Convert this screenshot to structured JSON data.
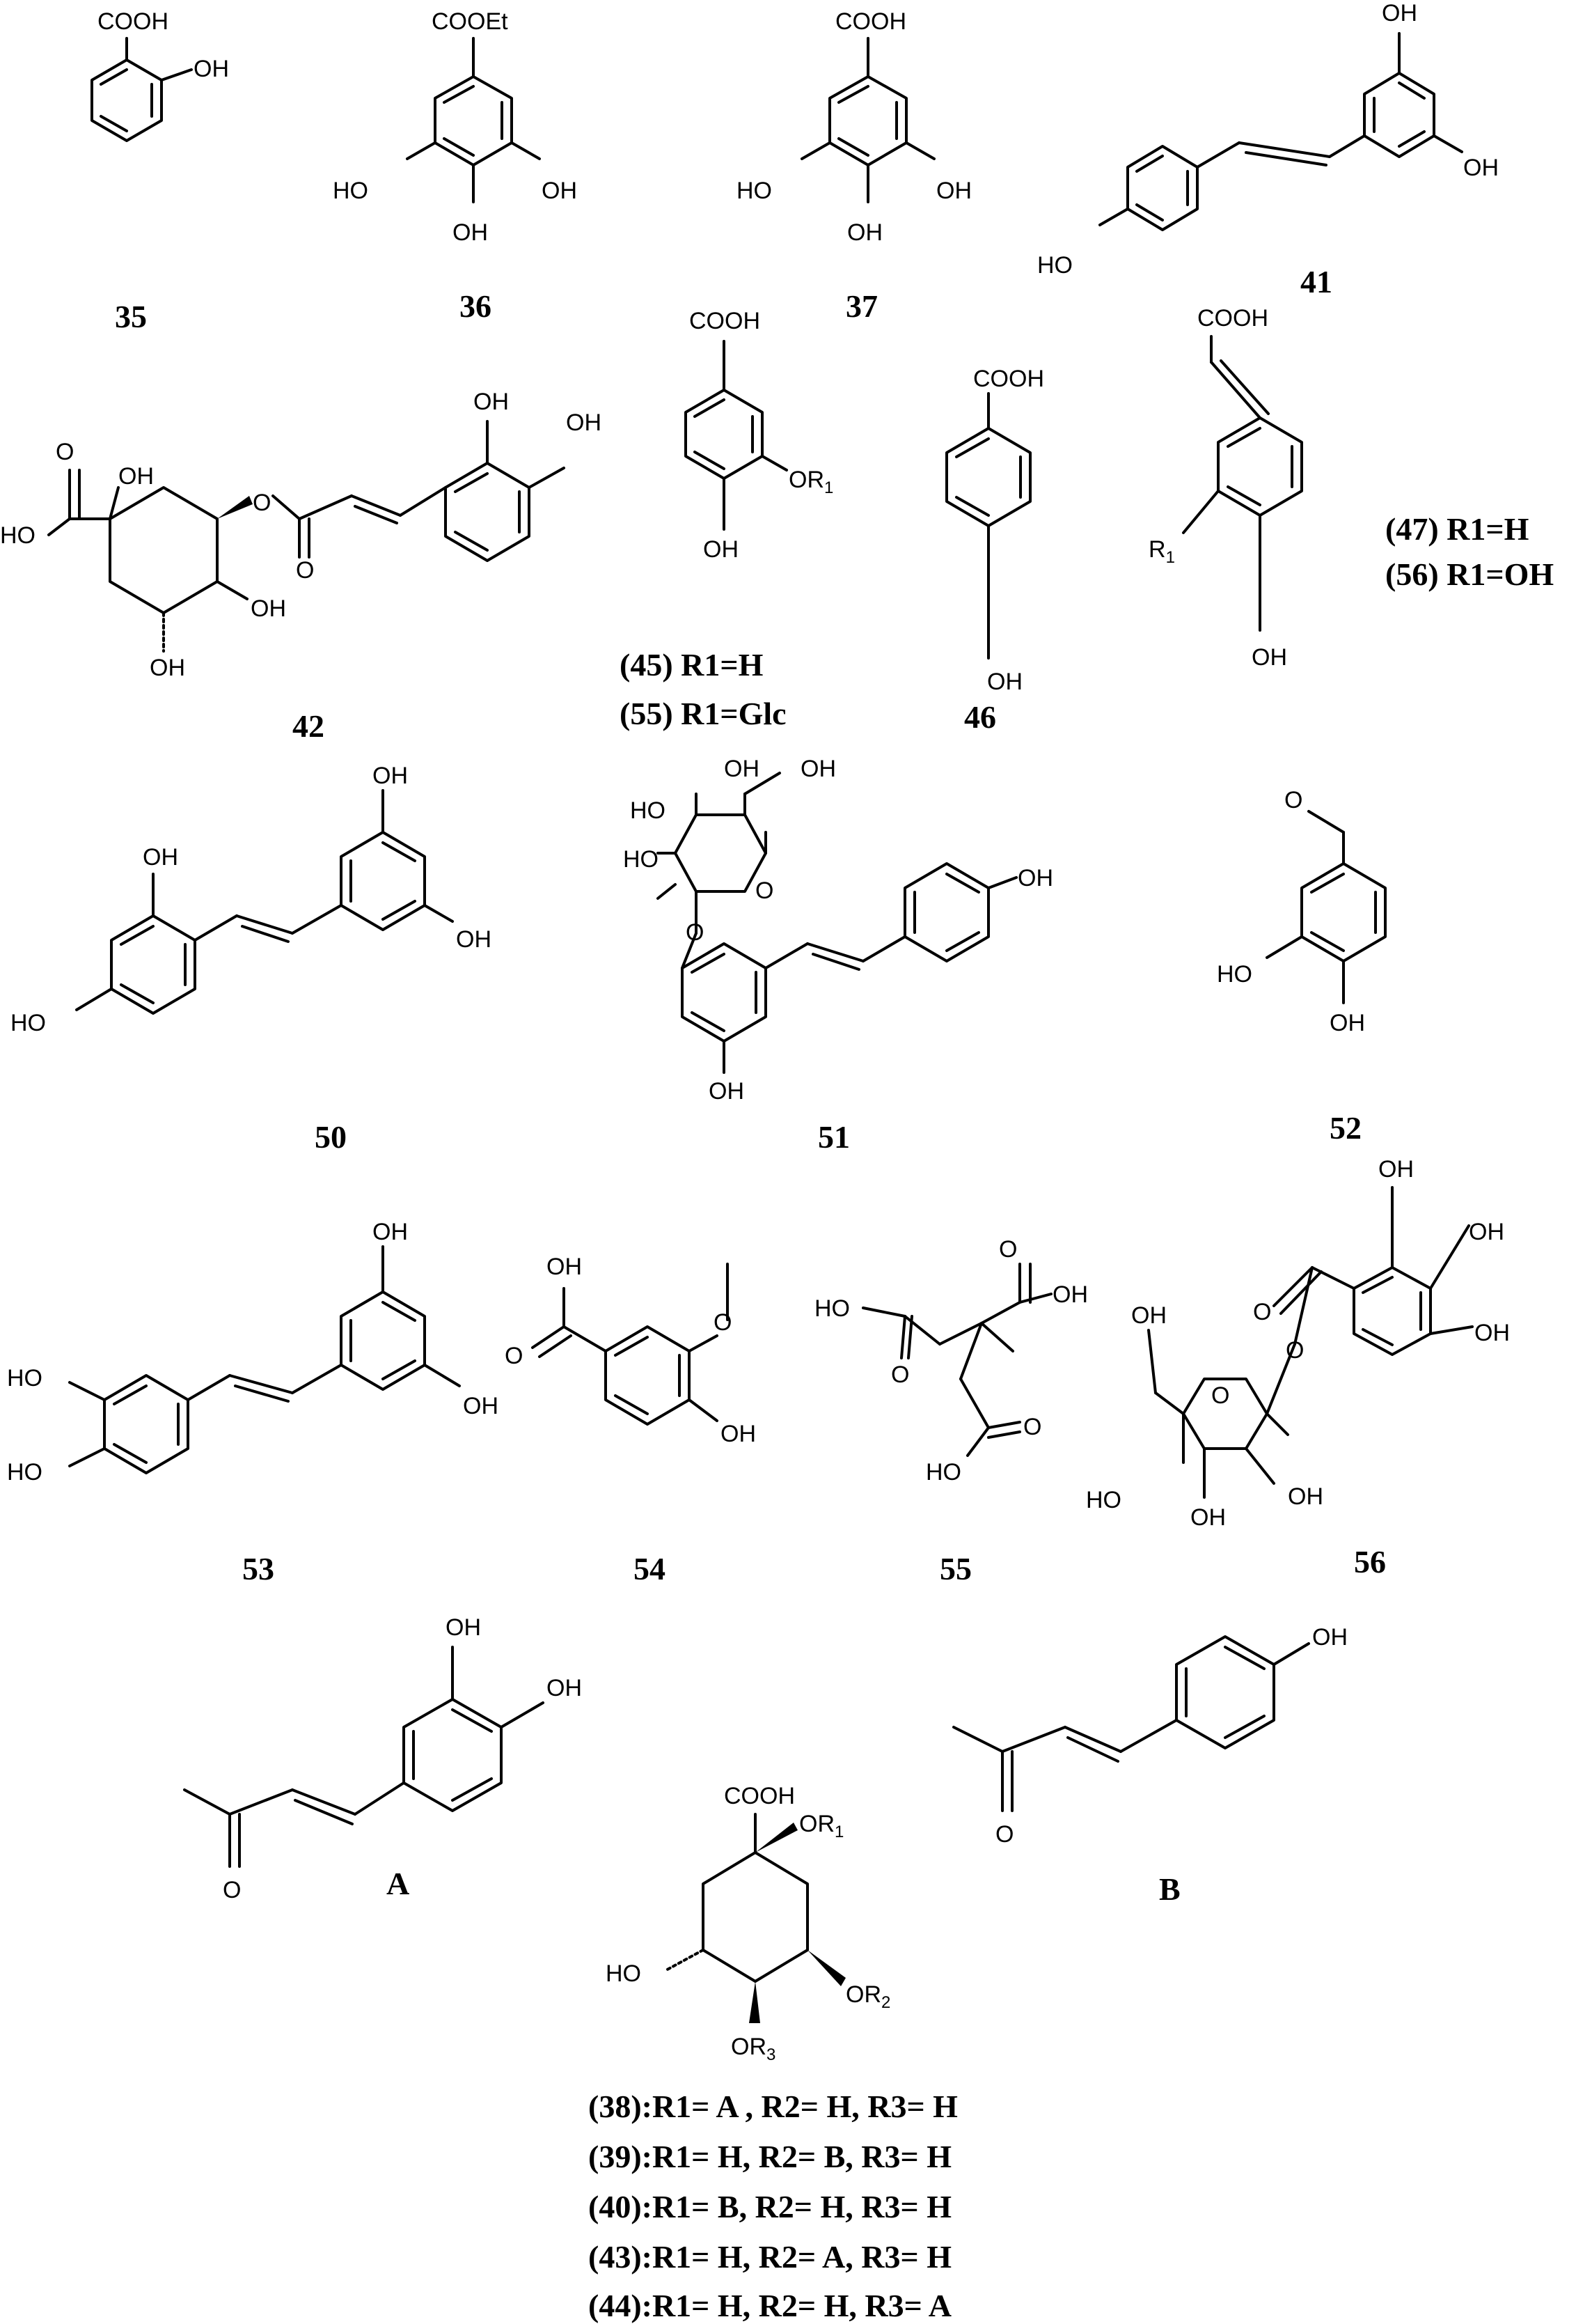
{
  "compounds": [
    {
      "id": "35"
    },
    {
      "id": "36"
    },
    {
      "id": "37"
    },
    {
      "id": "41"
    },
    {
      "id": "42"
    },
    {
      "id": "46"
    },
    {
      "id": "50"
    },
    {
      "id": "51"
    },
    {
      "id": "52"
    },
    {
      "id": "53"
    },
    {
      "id": "54"
    },
    {
      "id": "55"
    },
    {
      "id": "56"
    }
  ],
  "fragments": {
    "a": "A",
    "b": "B"
  },
  "atom_labels": {
    "cooh": "COOH",
    "cooet": "COOEt",
    "oh": "OH",
    "ho": "HO",
    "o": "O",
    "o_r1": "OR",
    "r": "R",
    "sub1": "1",
    "sub2": "2",
    "sub3": "3"
  },
  "substituent_tables": {
    "t45": [
      "(45) R1=H",
      "(55) R1=Glc"
    ],
    "t47": [
      "(47) R1=H",
      "(56) R1=OH"
    ],
    "t38": [
      "(38):R1= A , R2= H, R3= H",
      "(39):R1= H, R2= B, R3= H",
      "(40):R1= B, R2= H, R3= H",
      "(43):R1= H, R2= A, R3= H",
      "(44):R1= H, R2= H, R3= A"
    ]
  }
}
